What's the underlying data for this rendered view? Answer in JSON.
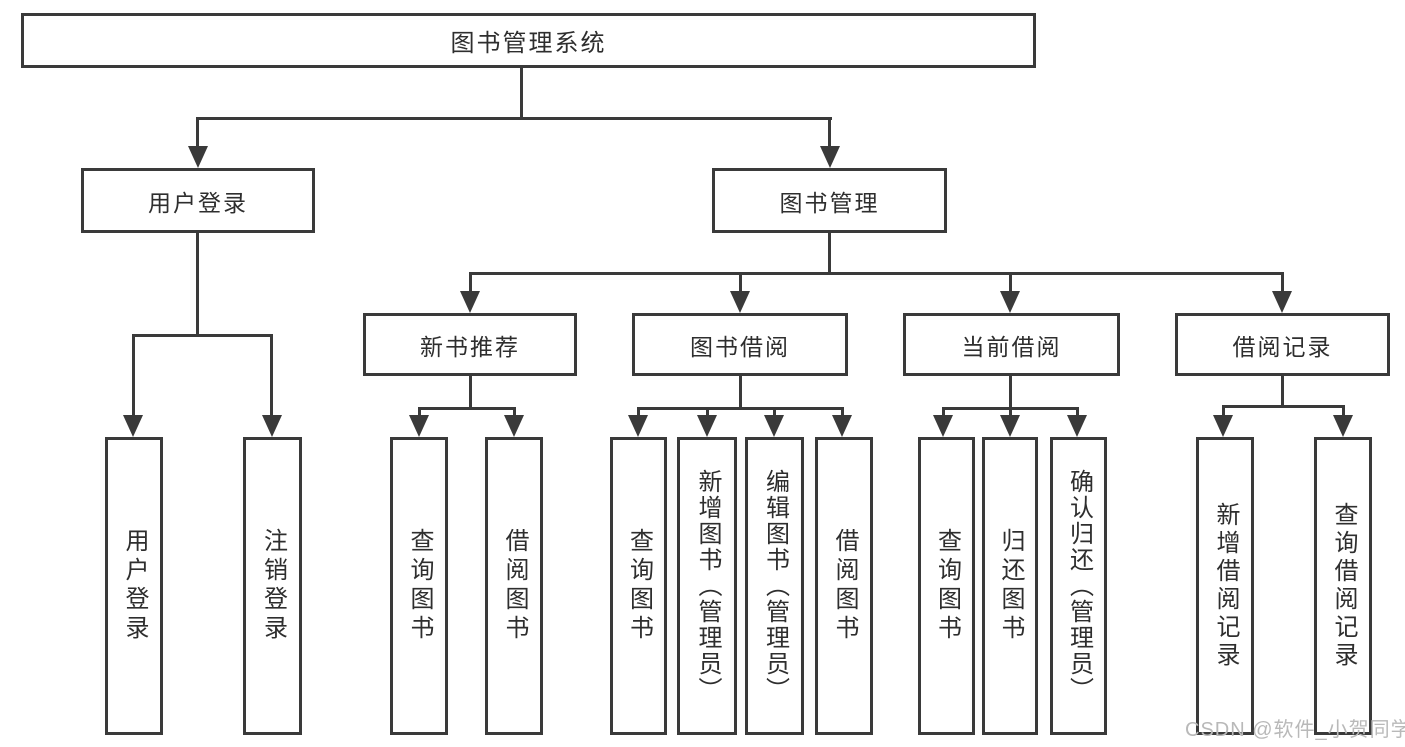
{
  "diagram_type": "hierarchy-tree",
  "tree": {
    "label": "图书管理系统",
    "children": [
      {
        "label": "用户登录",
        "children": [
          {
            "label": "用户登录"
          },
          {
            "label": "注销登录"
          }
        ]
      },
      {
        "label": "图书管理",
        "children": [
          {
            "label": "新书推荐",
            "children": [
              {
                "label": "查询图书"
              },
              {
                "label": "借阅图书"
              }
            ]
          },
          {
            "label": "图书借阅",
            "children": [
              {
                "label": "查询图书"
              },
              {
                "label": "新增图书（管理员）"
              },
              {
                "label": "编辑图书（管理员）"
              },
              {
                "label": "借阅图书"
              }
            ]
          },
          {
            "label": "当前借阅",
            "children": [
              {
                "label": "查询图书"
              },
              {
                "label": "归还图书"
              },
              {
                "label": "确认归还（管理员）"
              }
            ]
          },
          {
            "label": "借阅记录",
            "children": [
              {
                "label": "新增借阅记录"
              },
              {
                "label": "查询借阅记录"
              }
            ]
          }
        ]
      }
    ]
  },
  "watermark": {
    "text": "CSDN @软件_小贺同学"
  },
  "colors": {
    "line": "#3a3a3a",
    "text": "#2e2e2e",
    "background": "#ffffff",
    "watermark": "#b9b9b9"
  }
}
